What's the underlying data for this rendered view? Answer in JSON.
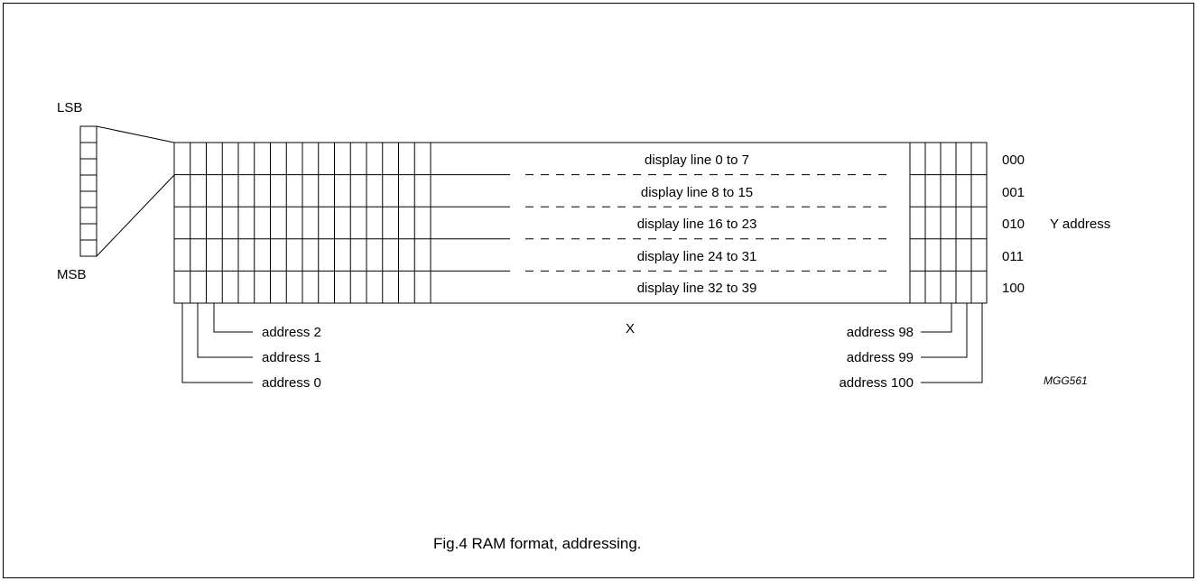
{
  "bit_labels": {
    "lsb": "LSB",
    "msb": "MSB"
  },
  "rows": [
    {
      "label": "display line 0 to 7",
      "y_bits": "000"
    },
    {
      "label": "display line 8 to 15",
      "y_bits": "001"
    },
    {
      "label": "display line 16 to 23",
      "y_bits": "010"
    },
    {
      "label": "display line 24 to 31",
      "y_bits": "011"
    },
    {
      "label": "display line 32 to 39",
      "y_bits": "100"
    }
  ],
  "y_axis_label": "Y address",
  "x_axis_label": "X",
  "left_addresses": [
    "address 2",
    "address 1",
    "address 0"
  ],
  "right_addresses": [
    "address 98",
    "address 99",
    "address 100"
  ],
  "figure_code": "MGG561",
  "caption": "Fig.4  RAM format, addressing."
}
